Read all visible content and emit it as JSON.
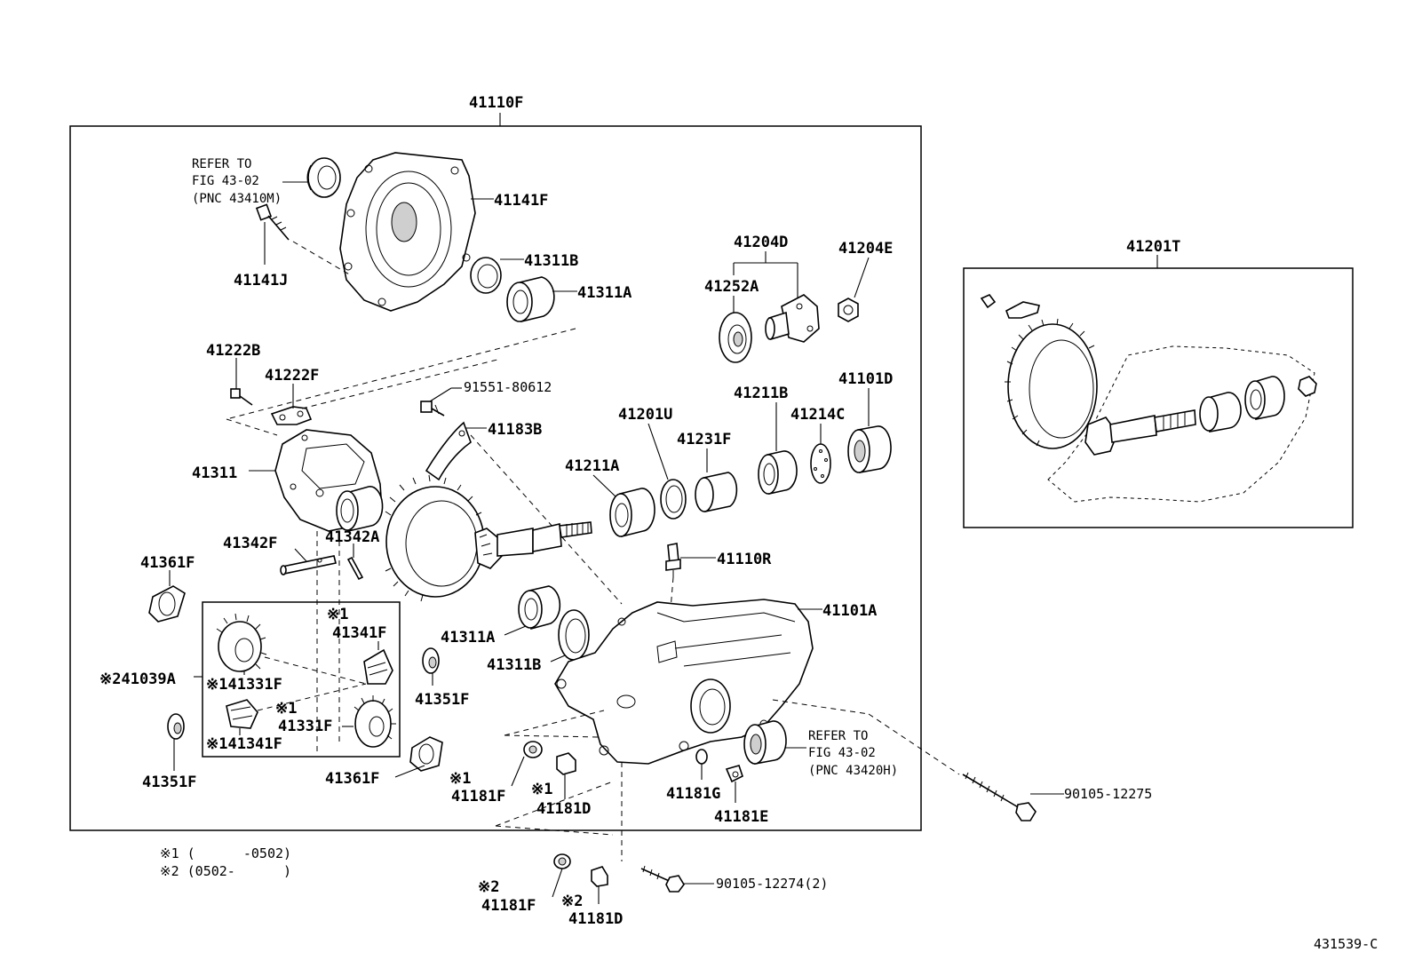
{
  "title_ref": "41110F",
  "labels": {
    "refer_top_1": "REFER TO",
    "refer_top_2": "FIG 43-02",
    "refer_top_3": "(PNC 43410M)",
    "p41141F": "41141F",
    "p41141J": "41141J",
    "p41311B_top": "41311B",
    "p41311A_top": "41311A",
    "p41222B": "41222B",
    "p41222F": "41222F",
    "p91551": "91551-80612",
    "p41183B": "41183B",
    "p41311": "41311",
    "p41342F": "41342F",
    "p41342A": "41342A",
    "p41361F_top": "41361F",
    "p41204D": "41204D",
    "p41252A": "41252A",
    "p41204E": "41204E",
    "p41211B": "41211B",
    "p41101D": "41101D",
    "p41201U": "41201U",
    "p41231F": "41231F",
    "p41214C": "41214C",
    "p41211A": "41211A",
    "p41110R": "41110R",
    "p41101A": "41101A",
    "p41311A_mid": "41311A",
    "p41311B_mid": "41311B",
    "p41351F_mid": "41351F",
    "mark1_a": "※1",
    "p41341F_a": "41341F",
    "p41039A": "※241039A",
    "p41331F_a": "※141331F",
    "mark1_b": "※1",
    "p41331F_b": "41331F",
    "p41341F_b": "※141341F",
    "p41351F_low": "41351F",
    "p41361F_low": "41361F",
    "mark1_c": "※1",
    "p41181F_a": "41181F",
    "mark1_d": "※1",
    "p41181D_a": "41181D",
    "p41181G": "41181G",
    "p41181E": "41181E",
    "refer_low_1": "REFER TO",
    "refer_low_2": "FIG 43-02",
    "refer_low_3": "(PNC 43420H)",
    "p90105_12275": "90105-12275",
    "p90105_12274": "90105-12274(2)",
    "mark2_a": "※2",
    "p41181F_b": "41181F",
    "mark2_b": "※2",
    "p41181D_b": "41181D",
    "p41201T": "41201T"
  },
  "footnotes": {
    "fn1": "※1 (      -0502)",
    "fn2": "※2 (0502-      )"
  },
  "figure_id": "431539-C"
}
